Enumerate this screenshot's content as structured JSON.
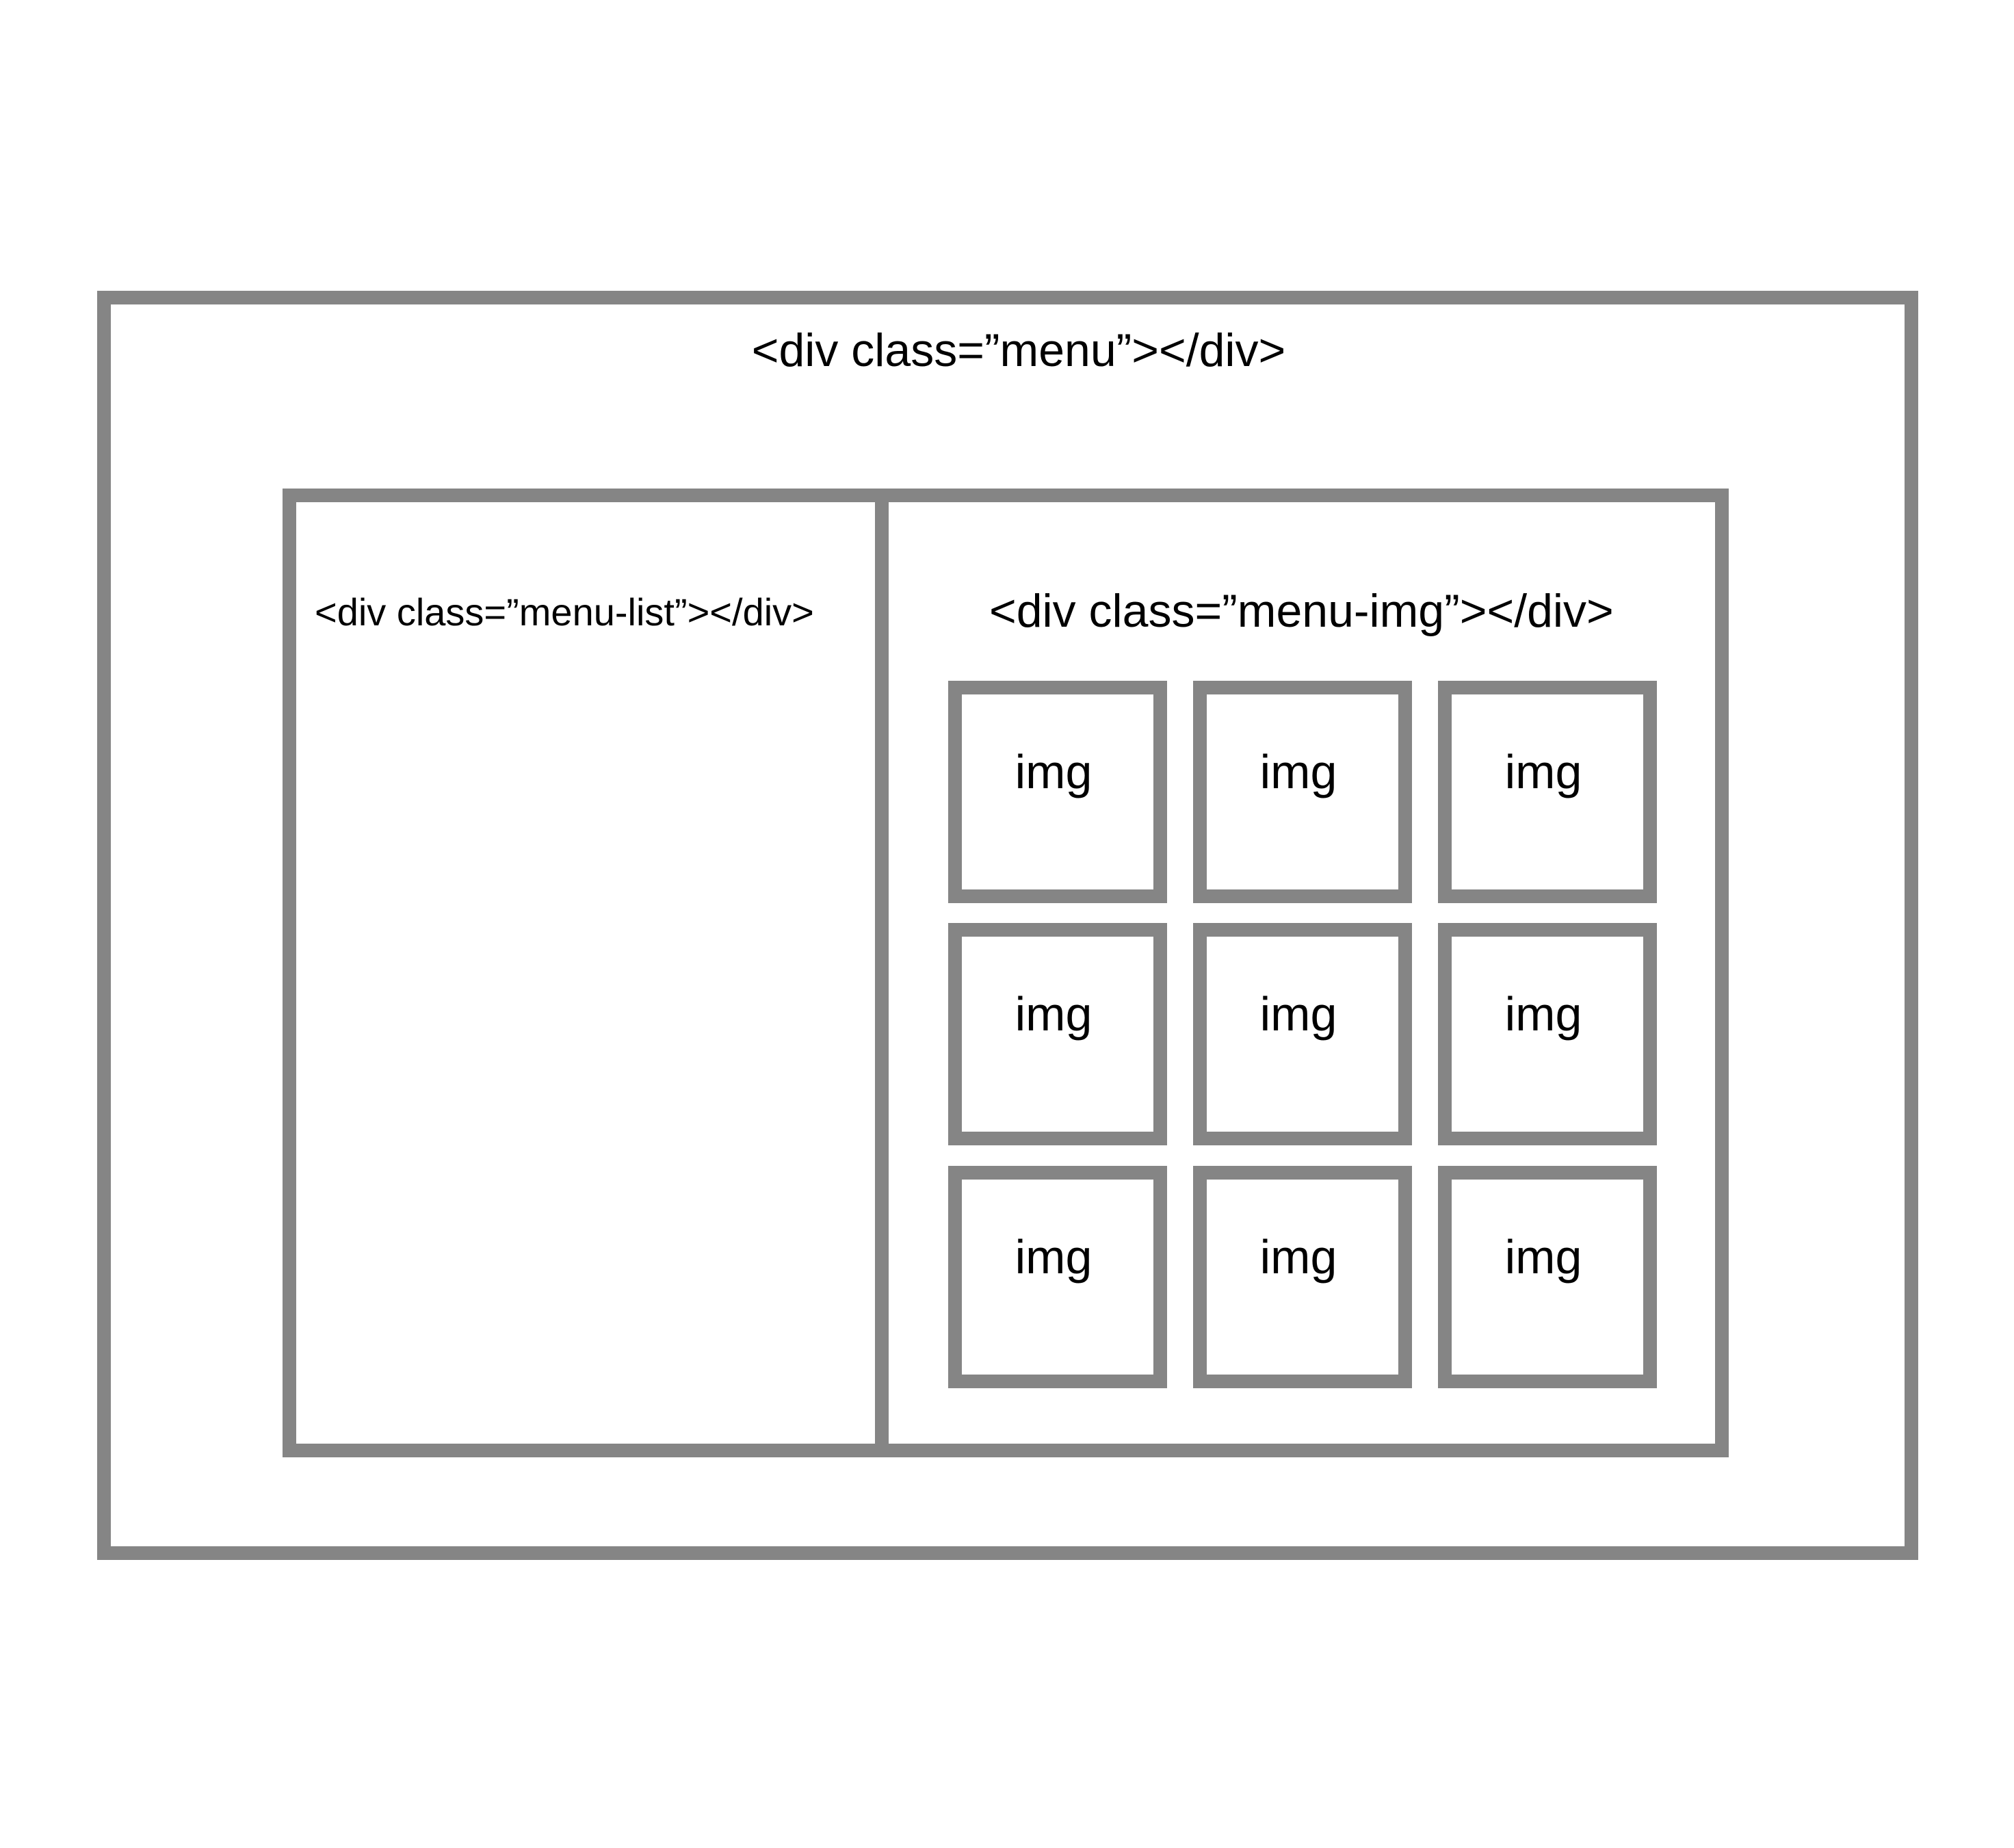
{
  "diagram": {
    "menu": {
      "label": "<div class=”menu”></div>"
    },
    "menu_list": {
      "label": "<div class=”menu-list”></div>"
    },
    "menu_img": {
      "label": "<div class=”menu-img”></div>",
      "tiles": [
        "img",
        "img",
        "img",
        "img",
        "img",
        "img",
        "img",
        "img",
        "img"
      ]
    },
    "colors": {
      "border": "#858585",
      "text": "#000000",
      "background": "#ffffff"
    }
  }
}
